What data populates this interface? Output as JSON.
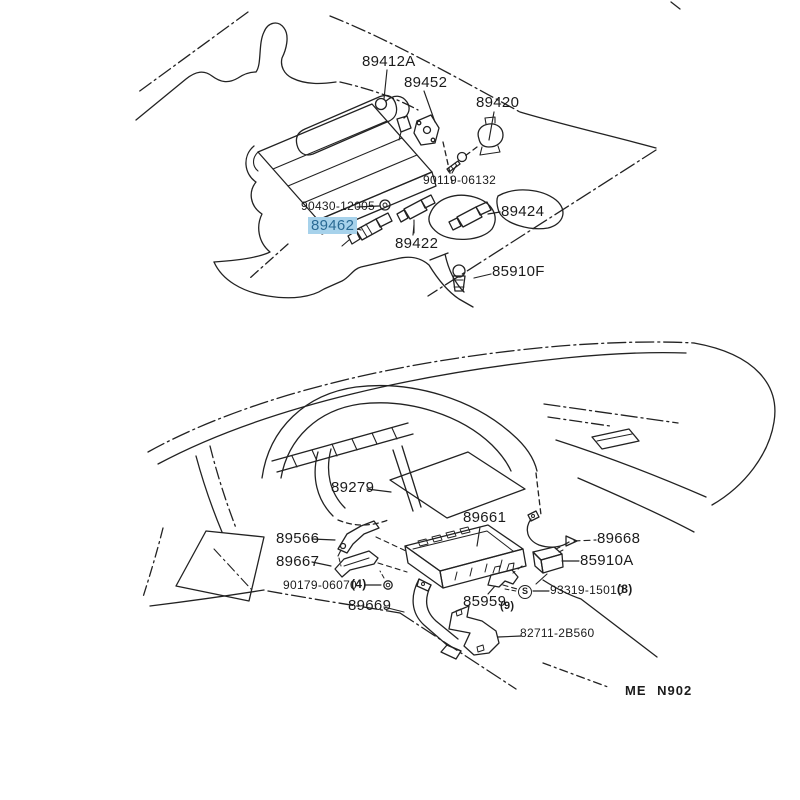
{
  "page": {
    "drawing_code": "ME N902"
  },
  "colors": {
    "line": "#222222",
    "highlight_bg": "#a7d2eb",
    "highlight_text": "#2a6a94",
    "label_text": "#1b1b1b"
  },
  "symbols": {
    "circled_s": "S"
  },
  "part_labels": [
    {
      "text": "89412A",
      "highlighted": false
    },
    {
      "text": "89452",
      "highlighted": false
    },
    {
      "text": "89420",
      "highlighted": false
    },
    {
      "text": "90119-06132",
      "highlighted": false
    },
    {
      "text": "90430-12005",
      "highlighted": false
    },
    {
      "text": "89462",
      "highlighted": true
    },
    {
      "text": "89422",
      "highlighted": false
    },
    {
      "text": "89424",
      "highlighted": false
    },
    {
      "text": "85910F",
      "highlighted": false
    },
    {
      "text": "89279",
      "highlighted": false
    },
    {
      "text": "89661",
      "highlighted": false
    },
    {
      "text": "89566",
      "highlighted": false
    },
    {
      "text": "89667",
      "highlighted": false
    },
    {
      "text": "90179-06070",
      "highlighted": false
    },
    {
      "text": "(4)",
      "highlighted": false
    },
    {
      "text": "89669",
      "highlighted": false
    },
    {
      "text": "85959",
      "highlighted": false
    },
    {
      "text": "(9)",
      "highlighted": false
    },
    {
      "text": "89668",
      "highlighted": false
    },
    {
      "text": "85910A",
      "highlighted": false
    },
    {
      "text": "93319-15010",
      "highlighted": false
    },
    {
      "text": "(8)",
      "highlighted": false
    },
    {
      "text": "82711-2B560",
      "highlighted": false
    }
  ]
}
